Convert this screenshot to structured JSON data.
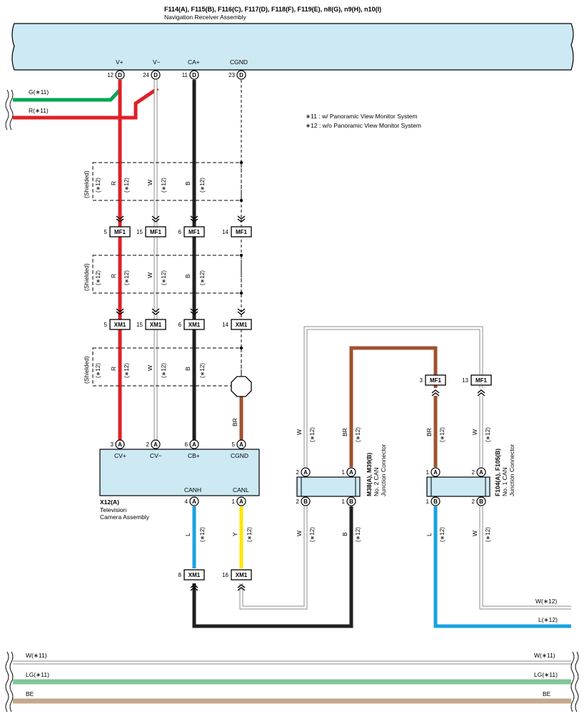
{
  "nav_receiver": {
    "connectors": "F114(A), F115(B), F116(C), F117(D), F118(F), F119(E), n8(G), n9(H), n10(I)",
    "name": "Navigation Receiver Assembly",
    "pins": [
      {
        "label": "V+",
        "num": "12",
        "letter": "D"
      },
      {
        "label": "V−",
        "num": "24",
        "letter": "D"
      },
      {
        "label": "CA+",
        "num": "11",
        "letter": "D"
      },
      {
        "label": "CGND",
        "num": "23",
        "letter": "D"
      }
    ]
  },
  "notes": {
    "n11": "∗11 : w/ Panoramic View Monitor System",
    "n12": "∗12 : w/o Panoramic View Monitor System"
  },
  "feed_wires": {
    "g": "G(∗11)",
    "r": "R(∗11)"
  },
  "shield": {
    "label": "(Shielded)",
    "note": "(∗12)",
    "wires": [
      "R",
      "W",
      "B"
    ],
    "wire_notes": [
      "(∗12)",
      "(∗12)",
      "(∗12)"
    ]
  },
  "mf1_row": {
    "pins": [
      "5",
      "15",
      "6",
      "14"
    ],
    "label": "MF1"
  },
  "xm1_row": {
    "pins": [
      "5",
      "15",
      "6",
      "14"
    ],
    "label": "XM1"
  },
  "camera": {
    "code": "X12(A)",
    "name1": "Television",
    "name2": "Camera Assembly",
    "top_pins": [
      {
        "label": "CV+",
        "num": "3",
        "letter": "A"
      },
      {
        "label": "CV−",
        "num": "2",
        "letter": "A"
      },
      {
        "label": "CB+",
        "num": "6",
        "letter": "A"
      },
      {
        "label": "CGND",
        "num": "5",
        "letter": "A"
      }
    ],
    "bottom_pins": [
      {
        "label": "CANH",
        "num": "4",
        "letter": "A"
      },
      {
        "label": "CANL",
        "num": "1",
        "letter": "A"
      }
    ],
    "gnd_wire": "BR"
  },
  "can_wires": {
    "canh": {
      "color": "L",
      "note": "(∗12)",
      "conn": "XM1",
      "pin": "8"
    },
    "canl": {
      "color": "Y",
      "note": "(∗12)",
      "conn": "XM1",
      "pin": "16"
    }
  },
  "jc2": {
    "code": "M38(A), M39(B)",
    "name1": "No. 2 CAN",
    "name2": "Junction Connector",
    "top": [
      {
        "num": "2",
        "letter": "A"
      },
      {
        "num": "1",
        "letter": "A"
      }
    ],
    "bottom": [
      {
        "num": "2",
        "letter": "B"
      },
      {
        "num": "1",
        "letter": "B"
      }
    ],
    "wires_top": [
      {
        "color": "W",
        "note": "(∗12)"
      },
      {
        "color": "BR",
        "note": "(∗12)"
      }
    ],
    "wires_bottom": [
      {
        "color": "W",
        "note": "(∗12)"
      },
      {
        "color": "B",
        "note": "(∗12)"
      }
    ]
  },
  "jc1": {
    "code": "F104(A), F105(B)",
    "name1": "No. 1 CAN",
    "name2": "Junction Connector",
    "top": [
      {
        "num": "1",
        "letter": "A"
      },
      {
        "num": "2",
        "letter": "A"
      }
    ],
    "bottom": [
      {
        "num": "1",
        "letter": "B"
      },
      {
        "num": "2",
        "letter": "B"
      }
    ],
    "wires_top": [
      {
        "color": "BR",
        "note": "(∗12)"
      },
      {
        "color": "W",
        "note": "(∗12)"
      }
    ],
    "wires_bottom": [
      {
        "color": "L",
        "note": "(∗12)"
      },
      {
        "color": "W",
        "note": "(∗12)"
      }
    ],
    "mf1": [
      {
        "num": "3",
        "label": "MF1"
      },
      {
        "num": "13",
        "label": "MF1"
      }
    ]
  },
  "right_leads": {
    "w": "W(∗12)",
    "l": "L(∗12)"
  },
  "bottom_wires": {
    "w_left": "W(∗11)",
    "w_right": "W(∗11)",
    "lg_left": "LG(∗11)",
    "lg_right": "LG(∗11)",
    "be_left": "BE",
    "be_right": "BE"
  },
  "colors": {
    "red": "#e11f26",
    "green": "#00a651",
    "black": "#231f20",
    "brown": "#a0522d",
    "blue": "#1aa3e0",
    "yellow": "#ffe600",
    "white_wire": "#8c8c8c",
    "light_green": "#7fc89a",
    "beige": "#c4a98b",
    "box_fill": "#cde9f4"
  }
}
